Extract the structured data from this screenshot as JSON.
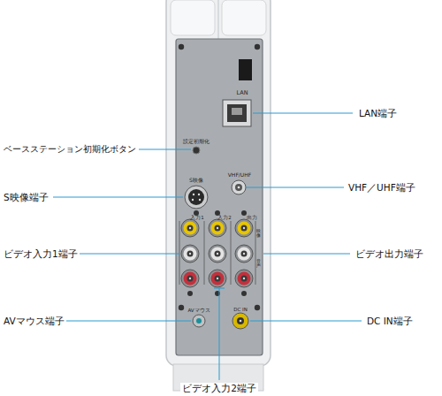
{
  "diagram": {
    "labels": [
      "LAN端子",
      "ベースステーション初期化ボタン",
      "S映像端子",
      "VHF／UHF端子",
      "ビデオ入力1端子",
      "ビデオ出力端子",
      "AVマウス端子",
      "DC IN端子",
      "ビデオ入力2端子",
      "LAN",
      "設定初期化",
      "S映像",
      "VHF/UHF",
      "入力1",
      "入力2",
      "出力",
      "映像",
      "音声",
      "AVマウス",
      "DC IN"
    ]
  }
}
